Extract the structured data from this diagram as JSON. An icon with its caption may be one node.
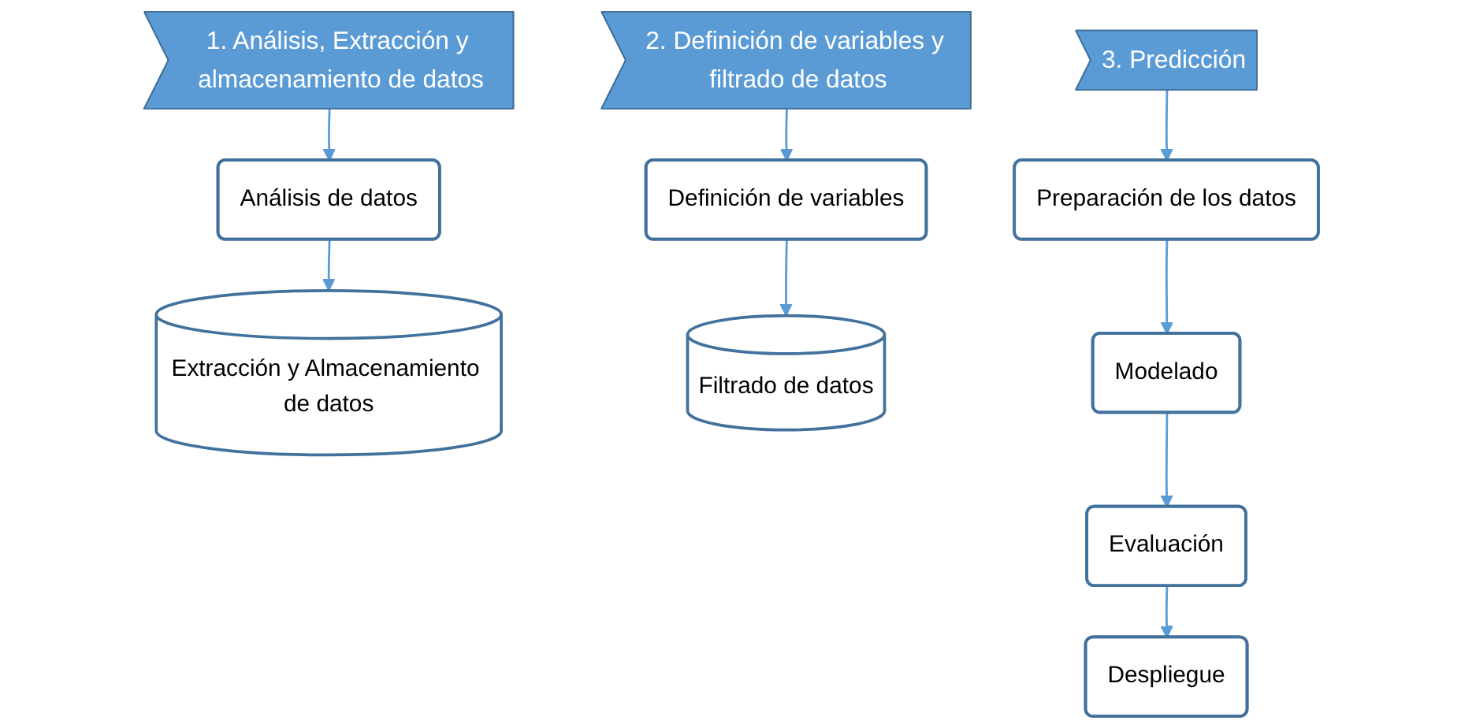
{
  "diagram": {
    "nodes": [
      {
        "text": [
          "1. Análisis, Extracción y almacenamiento de datos"
        ]
      },
      {
        "text": [
          "Análisis de datos"
        ]
      },
      {
        "text": [
          "Extracción y Almacenamiento de datos"
        ]
      },
      {
        "text": [
          "2. Definición de variables y filtrado de datos"
        ]
      },
      {
        "text": [
          "Definición de variables"
        ]
      },
      {
        "text": [
          "Filtrado de datos"
        ]
      },
      {
        "text": [
          "3. Predicción"
        ]
      },
      {
        "text": [
          "Preparación de los datos"
        ]
      },
      {
        "text": [
          "Modelado"
        ]
      },
      {
        "text": [
          "Evaluación"
        ]
      },
      {
        "text": [
          "Despliegue"
        ]
      }
    ],
    "edges": [
      {
        "from": 0,
        "to": 1,
        "arrow": "to"
      },
      {
        "from": 1,
        "to": 2,
        "arrow": "to"
      },
      {
        "from": 3,
        "to": 4,
        "arrow": "to"
      },
      {
        "from": 4,
        "to": 5,
        "arrow": "to"
      },
      {
        "from": 6,
        "to": 7,
        "arrow": "to"
      },
      {
        "from": 7,
        "to": 8,
        "arrow": "to"
      },
      {
        "from": 8,
        "to": 9,
        "arrow": "to"
      },
      {
        "from": 9,
        "to": 10,
        "arrow": "to"
      }
    ]
  }
}
